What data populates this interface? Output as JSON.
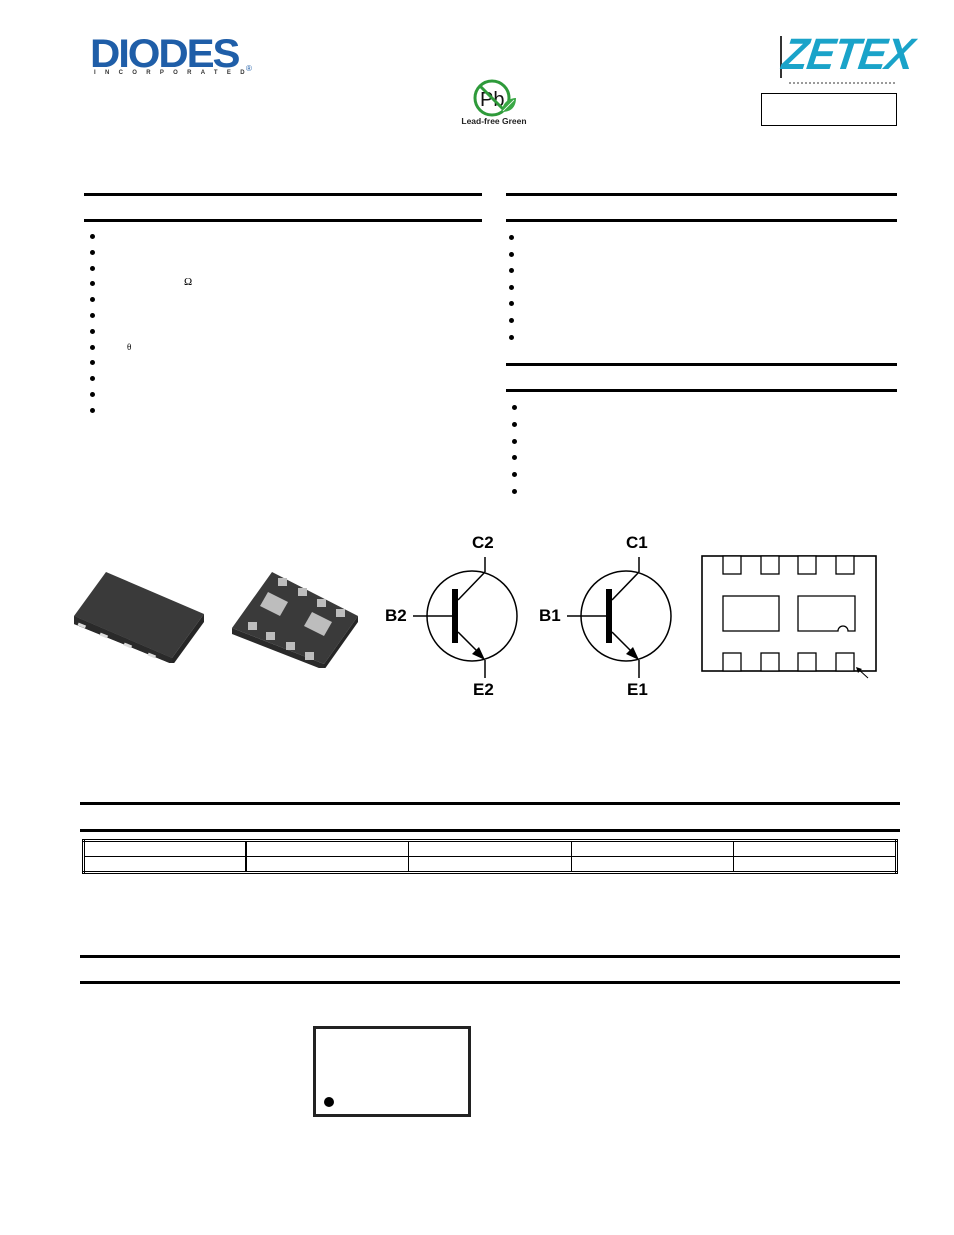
{
  "header": {
    "diodes_logo": {
      "word": "DIODES",
      "sub": "INCORPORATED",
      "registered": "®",
      "color": "#1f5ea8"
    },
    "zetex_logo": {
      "word": "ZETEX",
      "color": "#1aa3c9"
    },
    "leadfree_badge": {
      "symbol": "Pb",
      "caption": "Lead-free Green",
      "ring_color": "#2e9a3a"
    },
    "part_number_box": ""
  },
  "sections": {
    "features": {
      "title": "",
      "bullet_count": 12,
      "symbols": [
        {
          "index": 3,
          "glyph": "Ω"
        },
        {
          "index": 7,
          "glyph": "θ"
        }
      ]
    },
    "mechanical_data": {
      "title": "",
      "bullet_count": 7
    },
    "applications": {
      "title": "",
      "bullet_count": 6
    },
    "ordering_information": {
      "title": "",
      "table": {
        "columns": 5,
        "rows": 2
      }
    },
    "marking_information": {
      "title": ""
    }
  },
  "figures": {
    "package_top_view": {
      "label": ""
    },
    "package_bottom_view": {
      "label": ""
    },
    "transistor_q2": {
      "collector": "C2",
      "base": "B2",
      "emitter": "E2"
    },
    "transistor_q1": {
      "collector": "C1",
      "base": "B1",
      "emitter": "E1"
    },
    "pinout_diagram": {
      "label": ""
    }
  }
}
